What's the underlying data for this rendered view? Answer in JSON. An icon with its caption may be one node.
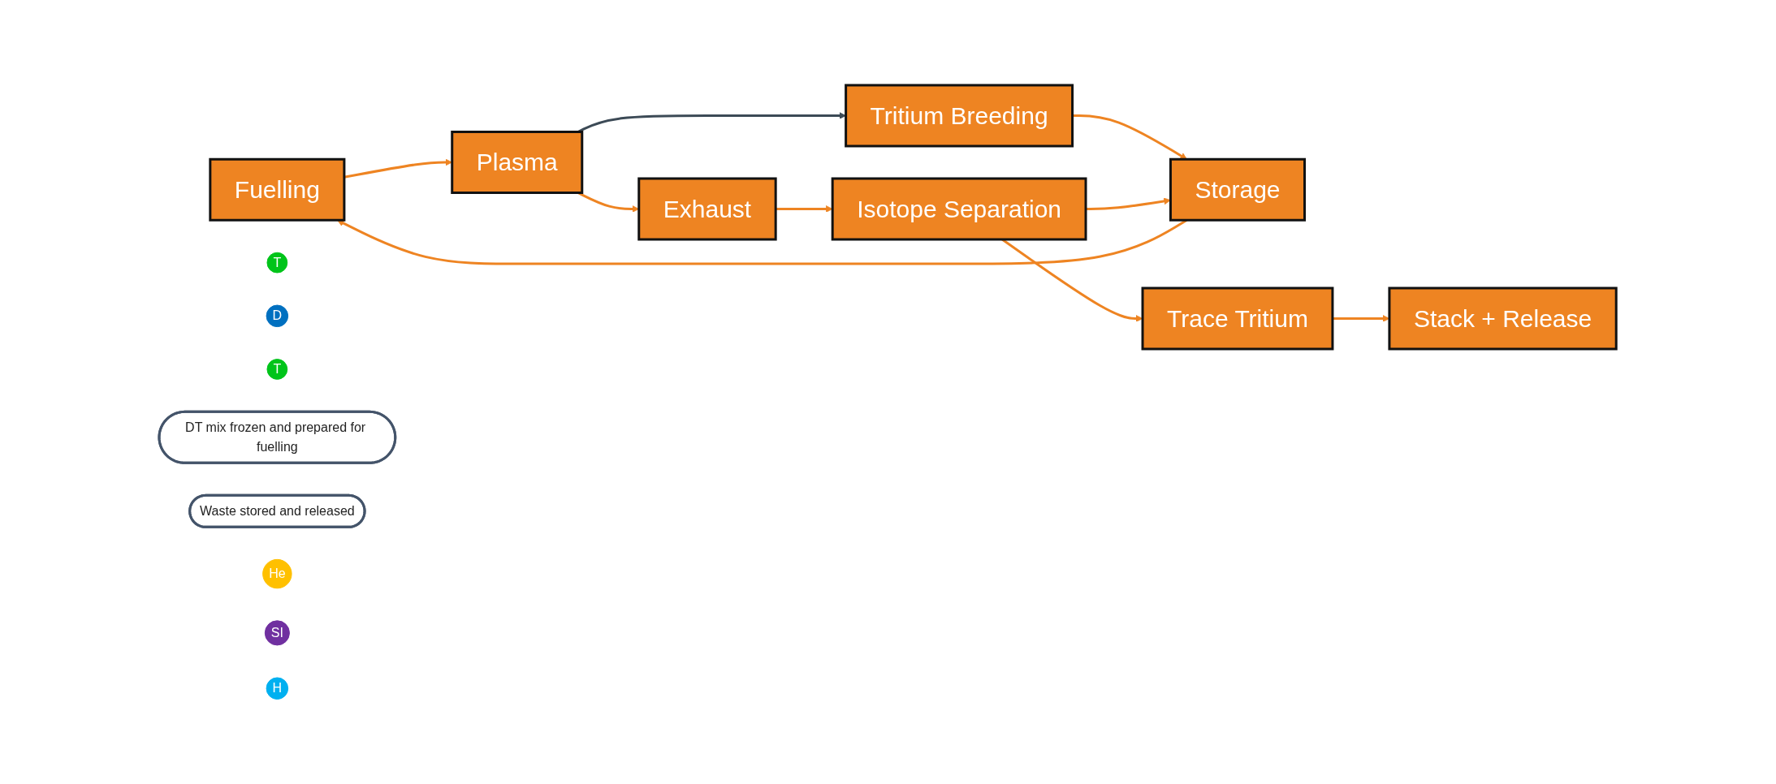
{
  "diagram": {
    "nodes": [
      {
        "text": [
          "Fuelling"
        ]
      },
      {
        "text": [
          "T"
        ]
      },
      {
        "text": [
          "D"
        ]
      },
      {
        "text": [
          "Storage"
        ]
      },
      {
        "text": [
          "T"
        ]
      },
      {
        "text": [
          "DT mix frozen and prepared for fuelling"
        ]
      },
      {
        "text": [
          "Waste stored and released"
        ]
      },
      {
        "text": [
          "He"
        ]
      },
      {
        "text": [
          "Plasma"
        ]
      },
      {
        "text": [
          "Tritium Breeding"
        ]
      },
      {
        "text": [
          "Stack + Release"
        ]
      },
      {
        "text": [
          "SI"
        ]
      },
      {
        "text": [
          "H"
        ]
      },
      {
        "text": [
          "Exhaust"
        ]
      },
      {
        "text": [
          "Isotope Separation"
        ]
      },
      {
        "text": [
          "Trace Tritium"
        ]
      }
    ],
    "edges": [
      {
        "from": 3,
        "to": 0,
        "arrow": "to"
      },
      {
        "from": 0,
        "to": 8,
        "arrow": "to"
      },
      {
        "from": 8,
        "to": 9,
        "arrow": "to",
        "color": "#3c4a56"
      },
      {
        "from": 9,
        "to": 3,
        "arrow": "to"
      },
      {
        "from": 8,
        "to": 13,
        "arrow": "to"
      },
      {
        "from": 13,
        "to": 14,
        "arrow": "to"
      },
      {
        "from": 14,
        "to": 3,
        "arrow": "to"
      },
      {
        "from": 14,
        "to": 15,
        "arrow": "to"
      },
      {
        "from": 15,
        "to": 10,
        "arrow": "to"
      }
    ]
  }
}
